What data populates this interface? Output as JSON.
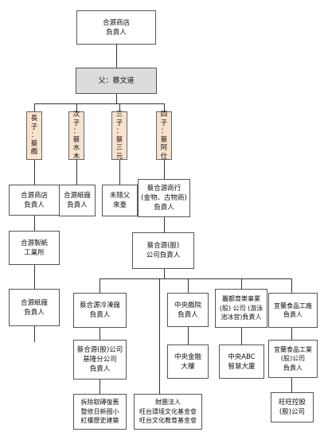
{
  "root": {
    "line1": "合源商店",
    "line2": "負責人"
  },
  "father": {
    "label": "父：蔡文道"
  },
  "sons": [
    {
      "chars": [
        "長",
        "子",
        "：",
        "蔡",
        "戲"
      ]
    },
    {
      "chars": [
        "次",
        "子",
        "：",
        "蔡",
        "水",
        "木"
      ]
    },
    {
      "chars": [
        "三",
        "子",
        "：",
        "蔡",
        "三",
        "元"
      ]
    },
    {
      "chars": [
        "四",
        "子",
        "：",
        "蔡",
        "阿",
        "仕"
      ]
    }
  ],
  "son1_branch": [
    {
      "lines": [
        "合源商店",
        "負責人"
      ]
    },
    {
      "lines": [
        "合源製紙",
        "工業所"
      ]
    },
    {
      "lines": [
        "合源紙廠",
        "負責人"
      ]
    }
  ],
  "son2_branch": [
    {
      "lines": [
        "合源紙廠",
        "負責人"
      ]
    }
  ],
  "son3_branch": [
    {
      "lines": [
        "未隨父",
        "來臺"
      ]
    }
  ],
  "son4_branch": [
    {
      "lines": [
        "蔡合源商行",
        "(金物、古物商)",
        "負責人"
      ]
    },
    {
      "lines": [
        "蔡合源(股)",
        "公司負責人"
      ]
    }
  ],
  "companies": {
    "col1": [
      {
        "lines": [
          "蔡合源冷凍廠",
          "負責人"
        ]
      },
      {
        "lines": [
          "蔡合源(股)公司",
          "基隆分公司",
          "負責人"
        ]
      },
      {
        "lines": [
          "拆除取磚復舊",
          "整修日新國小",
          "紅樓歷史建築"
        ]
      }
    ],
    "col2": [
      {
        "lines": [
          "財團法人",
          "旺台環境文化基金會",
          "旺台文化教育基金會"
        ]
      }
    ],
    "col3": [
      {
        "lines": [
          "中央戲院",
          "負責人"
        ]
      },
      {
        "lines": [
          "中央金融",
          "大樓"
        ]
      }
    ],
    "col4": [
      {
        "lines": [
          "麗都育樂事業",
          "(股) 公司 (游泳",
          "池冰宮)負責人"
        ]
      },
      {
        "lines": [
          "中央ABC",
          "智慧大廈"
        ]
      }
    ],
    "col5": [
      {
        "lines": [
          "宜蘭食品工廠",
          "負責人"
        ]
      },
      {
        "lines": [
          "宜蘭食品工業",
          "(股)公司",
          "負責人"
        ]
      },
      {
        "lines": [
          "旺旺控股",
          "(股)公司"
        ]
      }
    ]
  }
}
